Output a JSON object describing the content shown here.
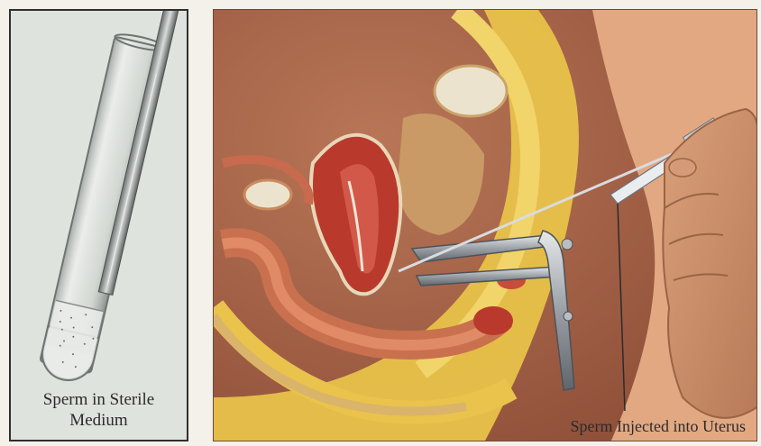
{
  "left_panel": {
    "caption_line1": "Sperm in Sterile",
    "caption_line2": "Medium"
  },
  "right_panel": {
    "caption": "Sperm Injected into Uterus"
  },
  "colors": {
    "tube_bg": "#dfe3dd",
    "tissue": "#c9704e",
    "uterus": "#b93a2c",
    "fat": "#e8c24a",
    "skin": "#e6b48a",
    "metal": "#9aa0a6"
  }
}
